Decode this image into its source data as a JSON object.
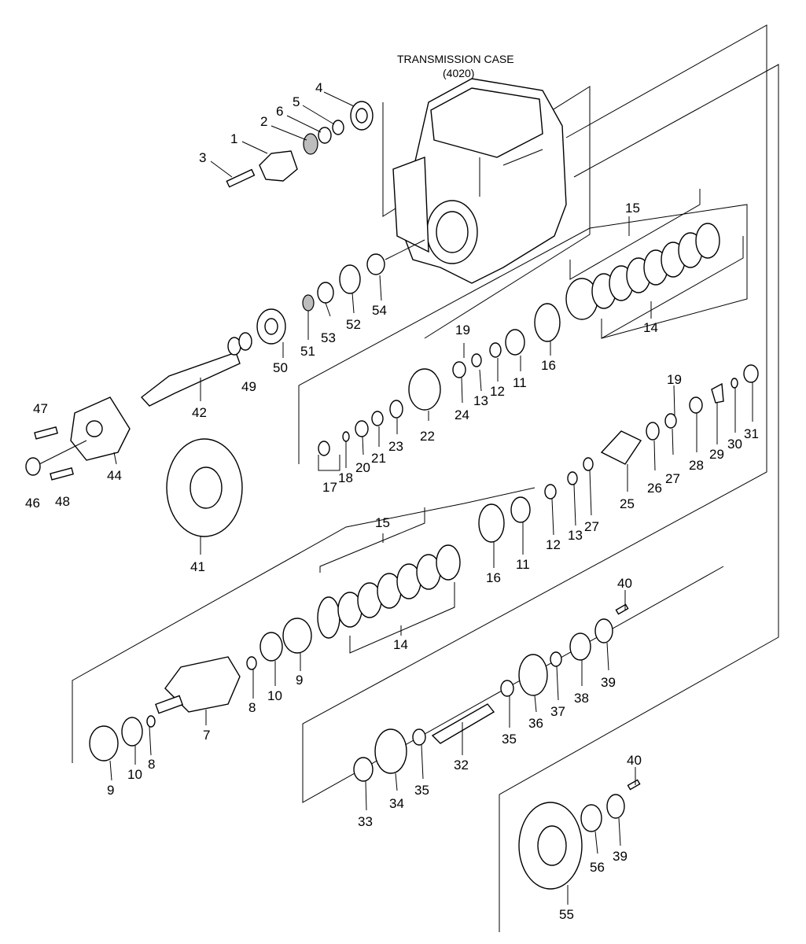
{
  "case_label": {
    "line1": "TRANSMISSION CASE",
    "line2": "(4020)"
  },
  "callouts": [
    {
      "id": "c1",
      "label": "1"
    },
    {
      "id": "c2",
      "label": "2"
    },
    {
      "id": "c3",
      "label": "3"
    },
    {
      "id": "c4",
      "label": "4"
    },
    {
      "id": "c5",
      "label": "5"
    },
    {
      "id": "c6",
      "label": "6"
    },
    {
      "id": "c7",
      "label": "7"
    },
    {
      "id": "c8a",
      "label": "8"
    },
    {
      "id": "c8b",
      "label": "8"
    },
    {
      "id": "c9a",
      "label": "9"
    },
    {
      "id": "c9b",
      "label": "9"
    },
    {
      "id": "c10a",
      "label": "10"
    },
    {
      "id": "c10b",
      "label": "10"
    },
    {
      "id": "c11a",
      "label": "11"
    },
    {
      "id": "c11b",
      "label": "11"
    },
    {
      "id": "c12a",
      "label": "12"
    },
    {
      "id": "c12b",
      "label": "12"
    },
    {
      "id": "c13a",
      "label": "13"
    },
    {
      "id": "c13b",
      "label": "13"
    },
    {
      "id": "c14a",
      "label": "14"
    },
    {
      "id": "c14b",
      "label": "14"
    },
    {
      "id": "c15a",
      "label": "15"
    },
    {
      "id": "c15b",
      "label": "15"
    },
    {
      "id": "c16a",
      "label": "16"
    },
    {
      "id": "c16b",
      "label": "16"
    },
    {
      "id": "c17",
      "label": "17"
    },
    {
      "id": "c18",
      "label": "18"
    },
    {
      "id": "c19a",
      "label": "19"
    },
    {
      "id": "c19b",
      "label": "19"
    },
    {
      "id": "c20",
      "label": "20"
    },
    {
      "id": "c21",
      "label": "21"
    },
    {
      "id": "c22",
      "label": "22"
    },
    {
      "id": "c23",
      "label": "23"
    },
    {
      "id": "c24",
      "label": "24"
    },
    {
      "id": "c25",
      "label": "25"
    },
    {
      "id": "c26",
      "label": "26"
    },
    {
      "id": "c27a",
      "label": "27"
    },
    {
      "id": "c27b",
      "label": "27"
    },
    {
      "id": "c28",
      "label": "28"
    },
    {
      "id": "c29",
      "label": "29"
    },
    {
      "id": "c30",
      "label": "30"
    },
    {
      "id": "c31",
      "label": "31"
    },
    {
      "id": "c32",
      "label": "32"
    },
    {
      "id": "c33",
      "label": "33"
    },
    {
      "id": "c34",
      "label": "34"
    },
    {
      "id": "c35a",
      "label": "35"
    },
    {
      "id": "c35b",
      "label": "35"
    },
    {
      "id": "c36",
      "label": "36"
    },
    {
      "id": "c37",
      "label": "37"
    },
    {
      "id": "c38",
      "label": "38"
    },
    {
      "id": "c39a",
      "label": "39"
    },
    {
      "id": "c39b",
      "label": "39"
    },
    {
      "id": "c40a",
      "label": "40"
    },
    {
      "id": "c40b",
      "label": "40"
    },
    {
      "id": "c41",
      "label": "41"
    },
    {
      "id": "c42",
      "label": "42"
    },
    {
      "id": "c44",
      "label": "44"
    },
    {
      "id": "c46",
      "label": "46"
    },
    {
      "id": "c47",
      "label": "47"
    },
    {
      "id": "c48",
      "label": "48"
    },
    {
      "id": "c49",
      "label": "49"
    },
    {
      "id": "c50",
      "label": "50"
    },
    {
      "id": "c51",
      "label": "51"
    },
    {
      "id": "c52",
      "label": "52"
    },
    {
      "id": "c53",
      "label": "53"
    },
    {
      "id": "c54",
      "label": "54"
    },
    {
      "id": "c55",
      "label": "55"
    },
    {
      "id": "c56",
      "label": "56"
    }
  ]
}
